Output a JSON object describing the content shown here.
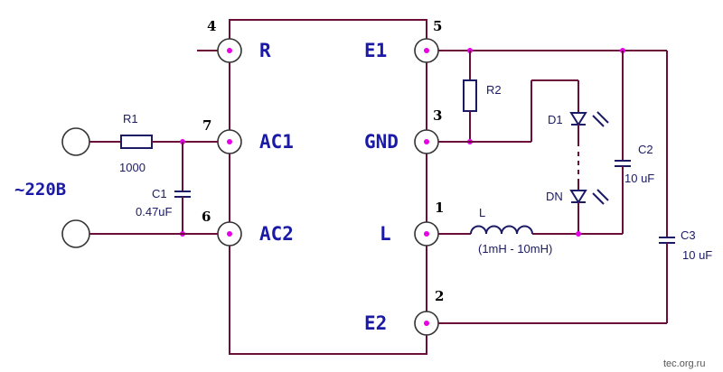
{
  "chip": {
    "pins": [
      {
        "id": "r",
        "number": "4",
        "label": "R"
      },
      {
        "id": "ac1",
        "number": "7",
        "label": "AC1"
      },
      {
        "id": "ac2",
        "number": "6",
        "label": "AC2"
      },
      {
        "id": "e1",
        "number": "5",
        "label": "E1"
      },
      {
        "id": "gnd",
        "number": "3",
        "label": "GND"
      },
      {
        "id": "l",
        "number": "1",
        "label": "L"
      },
      {
        "id": "e2",
        "number": "2",
        "label": "E2"
      }
    ]
  },
  "supply": {
    "label": "~220В"
  },
  "components": {
    "r1": {
      "name": "R1",
      "value": "1000"
    },
    "c1": {
      "name": "C1",
      "value": "0.47uF"
    },
    "r2": {
      "name": "R2"
    },
    "d1": {
      "name": "D1"
    },
    "dn": {
      "name": "DN"
    },
    "c2": {
      "name": "C2",
      "value": "10 uF"
    },
    "l": {
      "name": "L",
      "value": "(1mH - 10mH)"
    },
    "c3": {
      "name": "C3",
      "value": "10 uF"
    }
  },
  "colors": {
    "wire": "#6b0f3a",
    "junction": "#e600e6",
    "pin_label": "#1a1aa6",
    "component": "#1a1a66"
  },
  "watermark": "tec.org.ru"
}
